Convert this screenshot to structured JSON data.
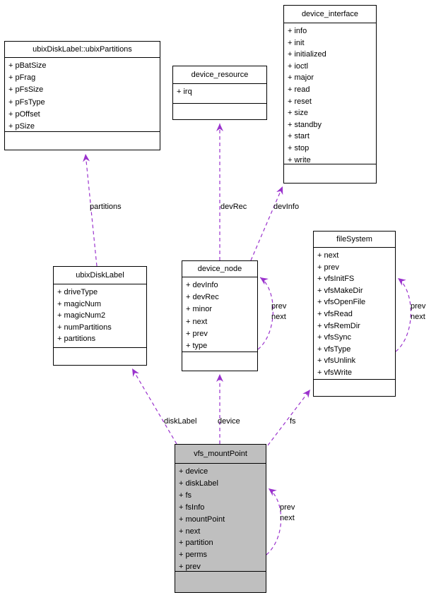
{
  "diagram_type": "uml-collaboration-diagram",
  "colors": {
    "edge": "#9a32cd",
    "highlight_fill": "#bfbfbf",
    "box_fill": "#ffffff",
    "border": "#000000"
  },
  "classes": {
    "ubix_partitions": {
      "name": "ubixDiskLabel::ubixPartitions",
      "attributes": [
        "+ pBatSize",
        "+ pFrag",
        "+ pFsSize",
        "+ pFsType",
        "+ pOffset",
        "+ pSize"
      ]
    },
    "device_resource": {
      "name": "device_resource",
      "attributes": [
        "+ irq"
      ]
    },
    "device_interface": {
      "name": "device_interface",
      "attributes": [
        "+ info",
        "+ init",
        "+ initialized",
        "+ ioctl",
        "+ major",
        "+ read",
        "+ reset",
        "+ size",
        "+ standby",
        "+ start",
        "+ stop",
        "+ write"
      ]
    },
    "ubix_disk_label": {
      "name": "ubixDiskLabel",
      "attributes": [
        "+ driveType",
        "+ magicNum",
        "+ magicNum2",
        "+ numPartitions",
        "+ partitions"
      ]
    },
    "device_node": {
      "name": "device_node",
      "attributes": [
        "+ devInfo",
        "+ devRec",
        "+ minor",
        "+ next",
        "+ prev",
        "+ type"
      ]
    },
    "file_system": {
      "name": "fileSystem",
      "attributes": [
        "+ next",
        "+ prev",
        "+ vfsInitFS",
        "+ vfsMakeDir",
        "+ vfsOpenFile",
        "+ vfsRead",
        "+ vfsRemDir",
        "+ vfsSync",
        "+ vfsType",
        "+ vfsUnlink",
        "+ vfsWrite"
      ]
    },
    "vfs_mount_point": {
      "name": "vfs_mountPoint",
      "attributes": [
        "+ device",
        "+ diskLabel",
        "+ fs",
        "+ fsInfo",
        "+ mountPoint",
        "+ next",
        "+ partition",
        "+ perms",
        "+ prev"
      ]
    }
  },
  "edges": {
    "partitions": {
      "label": "partitions"
    },
    "dev_rec": {
      "label": "devRec"
    },
    "dev_info": {
      "label": "devInfo"
    },
    "disk_label": {
      "label": "diskLabel"
    },
    "device": {
      "label": "device"
    },
    "fs": {
      "label": "fs"
    },
    "device_node_loop": {
      "line1": "prev",
      "line2": "next"
    },
    "file_system_loop": {
      "line1": "prev",
      "line2": "next"
    },
    "vfs_loop": {
      "line1": "prev",
      "line2": "next"
    }
  }
}
